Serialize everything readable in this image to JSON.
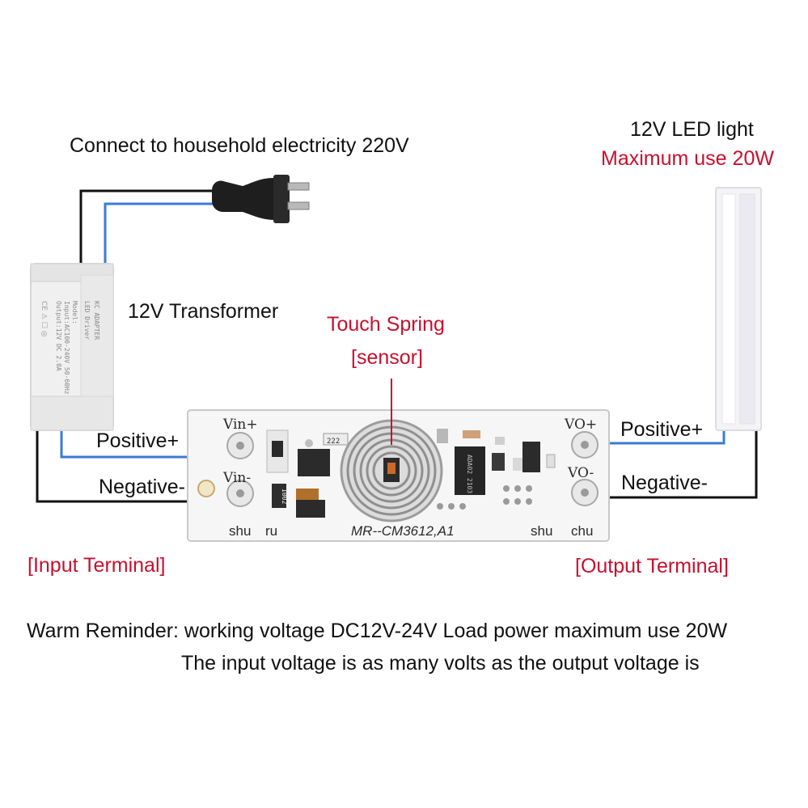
{
  "top_label": "Connect to household electricity 220V",
  "led": {
    "title": "12V LED light",
    "max_use": "Maximum use 20W"
  },
  "transformer": {
    "title": "12V Transformer",
    "case_text": [
      "KC ADAPTER",
      "LED Driver",
      "Model:",
      "Input:AC100-240V 50-60Hz",
      "Output:12V DC 2.0A"
    ]
  },
  "sensor": {
    "line1": "Touch Spring",
    "line2": "[sensor]"
  },
  "input": {
    "positive": "Positive+",
    "negative": "Negative-",
    "terminal": "[Input Terminal]"
  },
  "output": {
    "positive": "Positive+",
    "negative": "Negative-",
    "terminal": "[Output Terminal]"
  },
  "pcb": {
    "vin_plus": "Vin+",
    "vin_minus": "Vin-",
    "vo_plus": "VO+",
    "vo_minus": "VO-",
    "shu_left": "shu",
    "ru": "ru",
    "model": "MR--CM3612,A1",
    "shu_right": "shu",
    "chu": "chu",
    "resistor_1": "222",
    "resistor_2": "1002",
    "chip": "ADA02 2103"
  },
  "reminder": {
    "line1": "Warm Reminder: working voltage DC12V-24V Load power maximum use 20W",
    "line2": "The input voltage is as many volts as the output voltage is"
  },
  "colors": {
    "wire_black": "#111111",
    "wire_blue": "#3a7bd5",
    "accent_red": "#c8102e",
    "pcb_white": "#f6f6f6"
  }
}
